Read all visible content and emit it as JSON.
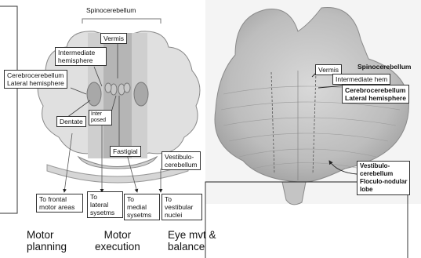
{
  "left_diagram": {
    "top_label": "Spinocerebellum",
    "vermis": "Vermis",
    "intermediate_hemisphere": "Intermediate hemisphere",
    "cerebrocerebellum": "Cerebrocerebellum\nLateral hemisphere",
    "dentate": "Dentate",
    "interposed": "Inter posed",
    "fastigial": "Fastigial",
    "vestibulocerebellum": "Vestibulo-\ncerebellum",
    "targets": [
      "To frontal\nmotor areas",
      "To\nlateral\nsysetms",
      "To\nmedial\nsysetms",
      "To\nvestibular\nnuclei"
    ],
    "functions": [
      "Motor\nplanning",
      "Motor\nexecution",
      "Eye mvt &\nbalance"
    ]
  },
  "right_photo": {
    "vermis": "Vermis",
    "intermediate": "Intermediate hem",
    "spinocerebellum": "Spinocerebellum",
    "cerebrocerebellum": "Cerebrocerebellum\nLateral hemisphere",
    "vestibulocerebellum": "Vestibulo-\ncerebellum\nFloculo-nodular\nlobe"
  }
}
